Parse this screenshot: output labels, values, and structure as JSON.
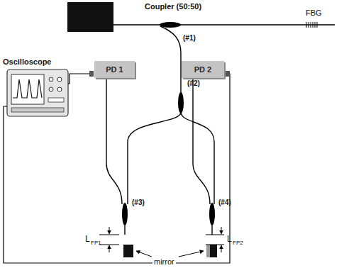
{
  "diagram": {
    "nodes": [
      {
        "text": [
          "PD 1"
        ]
      },
      {
        "text": [
          "PD 2"
        ]
      }
    ],
    "labels": [
      "Coupler (50:50)",
      "FBG",
      "(#1)",
      "(#2)",
      "(#3)",
      "(#4)",
      "Oscilloscope",
      "L",
      "FP1",
      "L",
      "FP2",
      "mirror"
    ]
  }
}
